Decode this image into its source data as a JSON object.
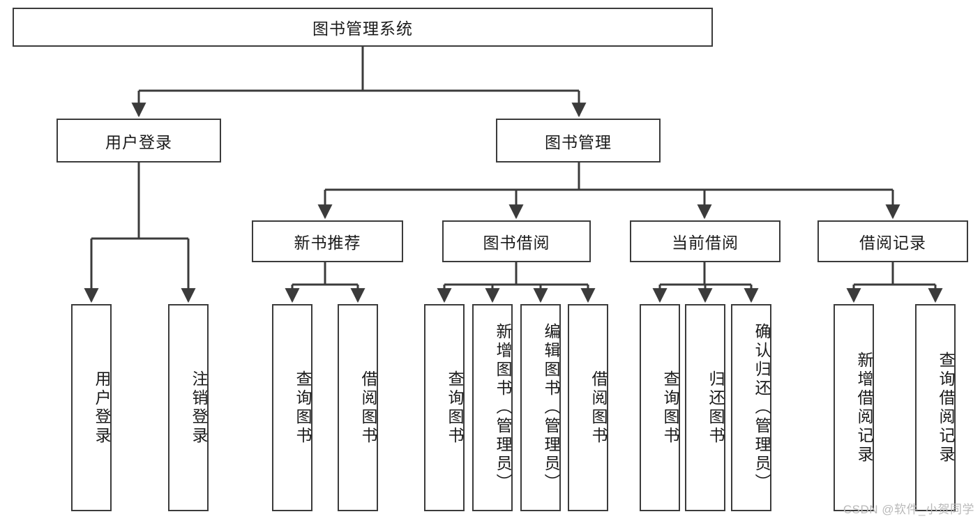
{
  "diagram": {
    "title": "图书管理系统",
    "type": "tree-hierarchy",
    "watermark": "CSDN @软件_小贺同学",
    "colors": {
      "node_border": "#3b3b3b",
      "node_fill": "#ffffff",
      "edge": "#3b3b3b",
      "text": "#1a1a1a",
      "watermark": "#b9b9b9",
      "background": "#ffffff"
    },
    "root": {
      "label": "图书管理系统",
      "orientation": "horizontal"
    },
    "level2": [
      {
        "label": "用户登录",
        "orientation": "horizontal"
      },
      {
        "label": "图书管理",
        "orientation": "horizontal"
      }
    ],
    "level3": [
      {
        "label": "新书推荐",
        "orientation": "horizontal",
        "parent": "图书管理"
      },
      {
        "label": "图书借阅",
        "orientation": "horizontal",
        "parent": "图书管理"
      },
      {
        "label": "当前借阅",
        "orientation": "horizontal",
        "parent": "图书管理"
      },
      {
        "label": "借阅记录",
        "orientation": "horizontal",
        "parent": "图书管理"
      }
    ],
    "leaves": {
      "user_login": [
        {
          "label": "用户登录",
          "orientation": "vertical"
        },
        {
          "label": "注销登录",
          "orientation": "vertical"
        }
      ],
      "new_book_recommend": [
        {
          "label": "查询图书",
          "orientation": "vertical"
        },
        {
          "label": "借阅图书",
          "orientation": "vertical"
        }
      ],
      "book_borrow": [
        {
          "label": "查询图书",
          "orientation": "vertical"
        },
        {
          "label": "新增图书（管理员）",
          "orientation": "vertical"
        },
        {
          "label": "编辑图书（管理员）",
          "orientation": "vertical"
        },
        {
          "label": "借阅图书",
          "orientation": "vertical"
        }
      ],
      "current_borrow": [
        {
          "label": "查询图书",
          "orientation": "vertical"
        },
        {
          "label": "归还图书",
          "orientation": "vertical"
        },
        {
          "label": "确认归还（管理员）",
          "orientation": "vertical"
        }
      ],
      "borrow_record": [
        {
          "label": "新增借阅记录",
          "orientation": "vertical"
        },
        {
          "label": "查询借阅记录",
          "orientation": "vertical"
        }
      ]
    }
  }
}
